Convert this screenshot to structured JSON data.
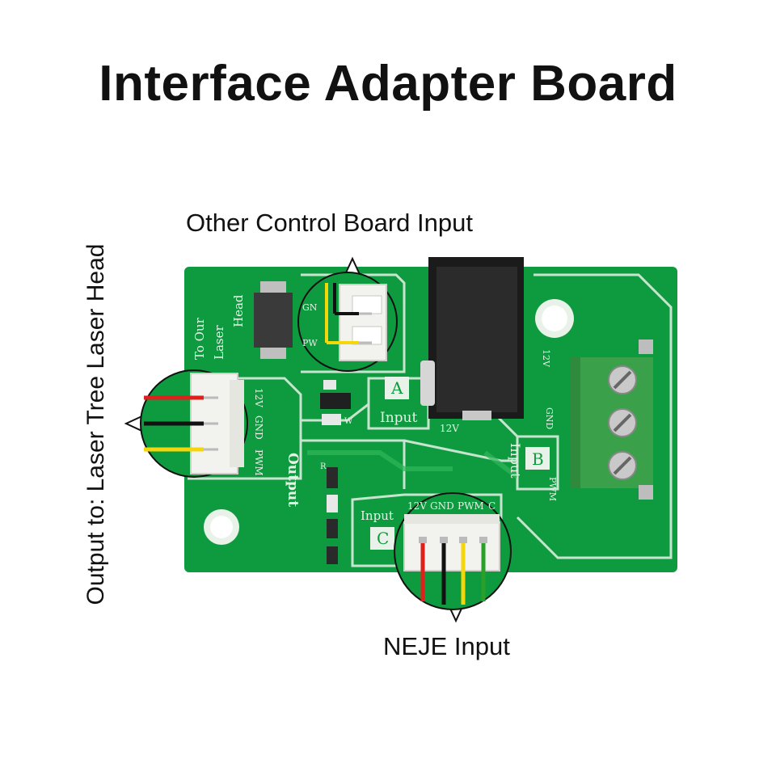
{
  "title": "Interface Adapter Board",
  "callouts": {
    "top": "Other Control Board Input",
    "bottom": "NEJE Input",
    "side": "Output to: Laser Tree Laser Head"
  },
  "board": {
    "silkscreen": {
      "to_our_laser_head": [
        "To Our",
        "Laser",
        "Head"
      ],
      "output_label": "Output",
      "output_pins": [
        "12V",
        "GND",
        "PWM"
      ],
      "input_a_letter": "A",
      "input_a_label": "Input",
      "jack_12v": "12V",
      "input_b_letter": "B",
      "input_b_label": "Input",
      "terminal_pins": [
        "12V",
        "GND",
        "PWM"
      ],
      "input_c_letter": "C",
      "input_c_label": "Input",
      "neje_pins": [
        "12V",
        "GND",
        "PWM",
        "C"
      ],
      "small_gn": "GN",
      "small_pw": "PW",
      "resistor_r": "R",
      "resistor_w": "W"
    }
  },
  "colors": {
    "pcb": "#0e9a3e",
    "pcb_trace": "#2fb85a",
    "silkscreen": "#e8f2e8",
    "terminal_block": "#3aa04a",
    "wire_red": "#e0201c",
    "wire_black": "#111111",
    "wire_yellow": "#f5d60a",
    "wire_green": "#2aa02a"
  }
}
